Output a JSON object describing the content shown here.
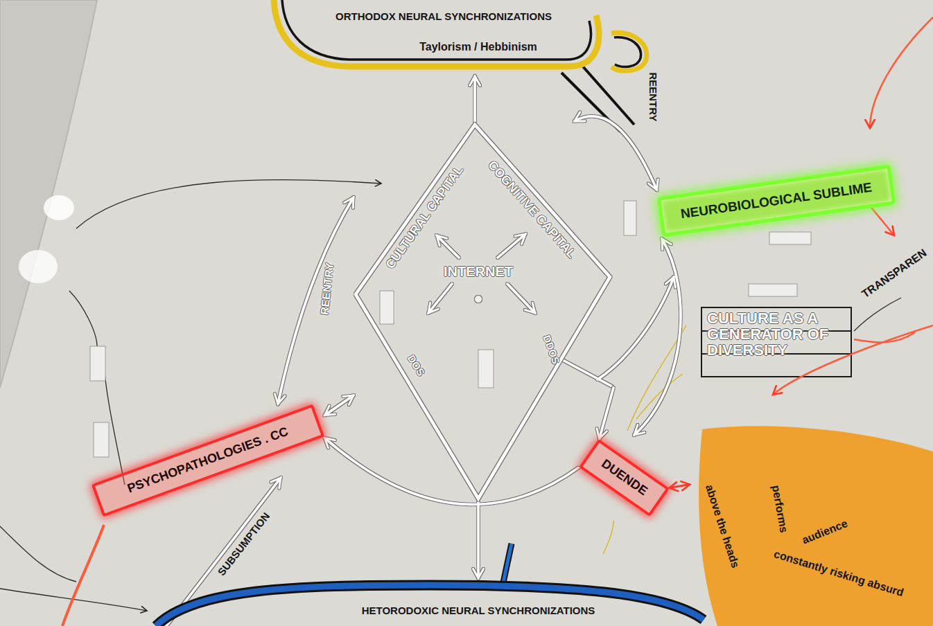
{
  "diagram": {
    "nodes": [
      {
        "text": [
          "ORTHODOX NEURAL SYNCHRONIZATIONS",
          "Taylorism / Hebbinism"
        ]
      },
      {
        "text": [
          "CULTURAL CAPITAL",
          "COGNITIVE CAPITAL",
          "INTERNET"
        ]
      },
      {
        "text": [
          "NEUROBIOLOGICAL SUBLIME"
        ]
      },
      {
        "text": [
          "PSYCHOPATHOLOGIES . CC"
        ]
      },
      {
        "text": [
          "DUENDE"
        ]
      },
      {
        "text": [
          "above the heads",
          "performs",
          "audience",
          "constantly risking absurd"
        ]
      },
      {
        "text": [
          "HETORODOXIC NEURAL SYNCHRONIZATIONS"
        ]
      }
    ],
    "edges": [
      {
        "from": 1,
        "to": 0,
        "arrow": "to"
      },
      {
        "from": 1,
        "to": 6,
        "arrow": "to"
      },
      {
        "from": 1,
        "to": 2,
        "arrow": "both"
      },
      {
        "from": 1,
        "to": 3,
        "arrow": "both",
        "label": "REENTRY"
      },
      {
        "from": 3,
        "to": 1,
        "arrow": "both"
      },
      {
        "from": 1,
        "to": 4,
        "arrow": "to"
      },
      {
        "from": 4,
        "to": 3,
        "arrow": "to"
      },
      {
        "from": 4,
        "to": 5,
        "arrow": "both"
      }
    ],
    "labels": [
      "REENTRY",
      "TRANSPAREN",
      "CULTURE AS A GENERATOR OF DIVERSITY",
      "DOS",
      "DDOS",
      "SUBSUMPTION"
    ]
  }
}
